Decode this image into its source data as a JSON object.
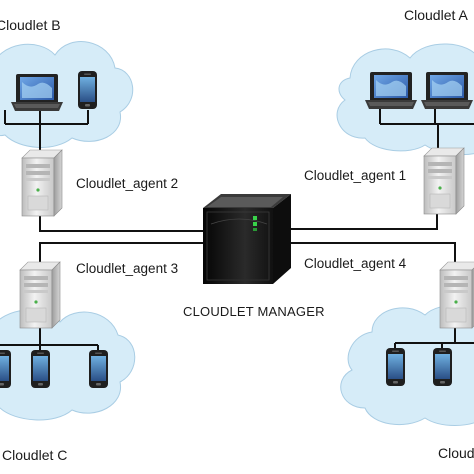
{
  "clouds": [
    {
      "name": "Cloudlet B",
      "devices": [
        "laptop-icon",
        "phone-icon"
      ]
    },
    {
      "name": "Cloudlet A",
      "devices": [
        "laptop-icon",
        "laptop-icon"
      ]
    },
    {
      "name": "Cloudlet C",
      "devices": [
        "phone-icon",
        "phone-icon",
        "phone-icon"
      ]
    },
    {
      "name": "Cloudlet C",
      "devices": [
        "phone-icon",
        "phone-icon"
      ]
    }
  ],
  "agents": [
    "Cloudlet_agent 2",
    "Cloudlet_agent 1",
    "Cloudlet_agent 3",
    "Cloudlet_agent 4"
  ],
  "manager": {
    "label": "CLOUDLET MANAGER",
    "icon": "server-tower-icon"
  },
  "colors": {
    "cloud_fill": "#d6ecf8",
    "cloud_stroke": "#a9cde4",
    "line": "#111111",
    "server_body": "#dcdcdc",
    "manager_body": "#1c1c1c",
    "screen": "#3f78c8"
  }
}
